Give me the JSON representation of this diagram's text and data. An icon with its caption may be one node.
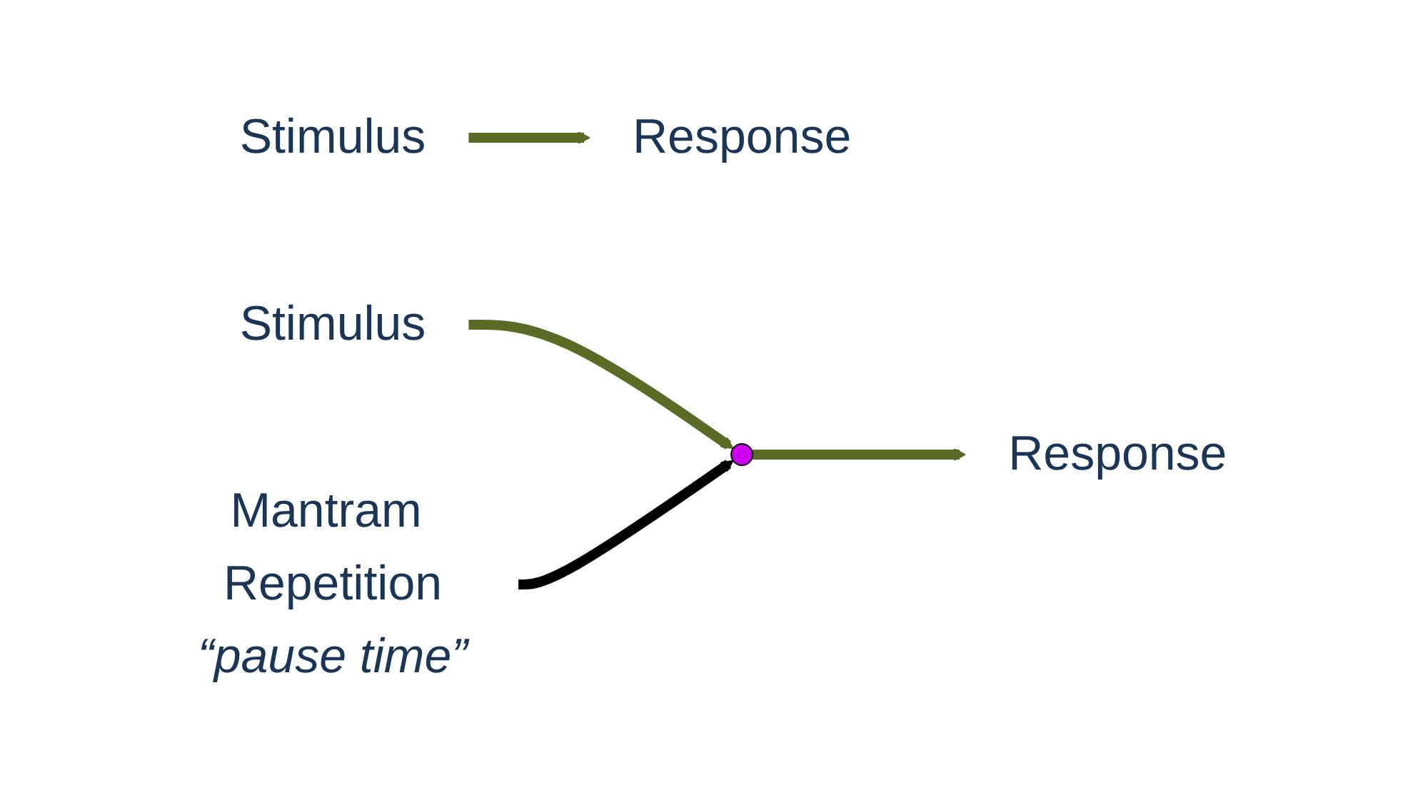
{
  "diagram": {
    "nodes": [
      {
        "text": [
          "Stimulus"
        ]
      },
      {
        "text": [
          "Response"
        ]
      },
      {
        "text": [
          "Stimulus"
        ]
      },
      {
        "text": [],
        "shape": "circle"
      },
      {
        "text": [
          "Response"
        ]
      },
      {
        "text": [
          "Mantram Repetition",
          "“pause time”"
        ]
      }
    ],
    "edges": [
      {
        "from": 0,
        "to": 1,
        "arrow": "to"
      },
      {
        "from": 2,
        "to": 3,
        "arrow": "to"
      },
      {
        "from": 3,
        "to": 4,
        "arrow": "to"
      },
      {
        "from": 5,
        "to": 3,
        "arrow": "to",
        "color": "#000000"
      }
    ]
  }
}
